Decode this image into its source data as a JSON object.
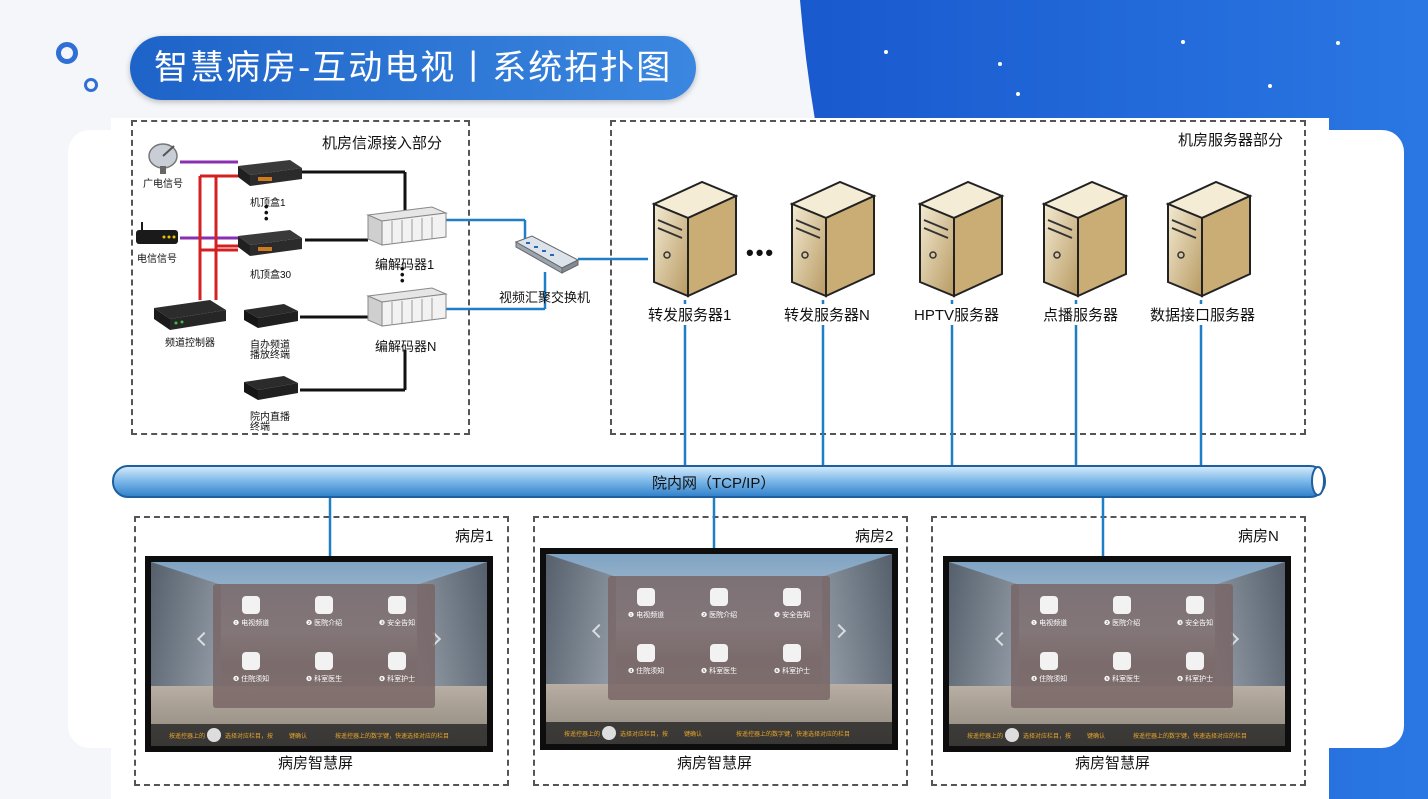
{
  "header": {
    "title": "智慧病房-互动电视丨系统拓扑图"
  },
  "source_section": {
    "title": "机房信源接入部分",
    "devices": {
      "satellite": "广电信号",
      "telecom": "电信信号",
      "stb1": "机顶盒1",
      "stb30": "机顶盒30",
      "channel_controller": "频道控制器",
      "self_playback": "自办频道播放终端",
      "live_terminal": "院内直播终端",
      "encoder1": "编解码器1",
      "encoderN": "编解码器N"
    }
  },
  "switch": {
    "label": "视频汇聚交换机"
  },
  "server_section": {
    "title": "机房服务器部分",
    "servers": [
      "转发服务器1",
      "转发服务器N",
      "HPTV服务器",
      "点播服务器",
      "数据接口服务器"
    ]
  },
  "network": {
    "label": "院内网（TCP/IP）"
  },
  "wards": [
    {
      "title": "病房1",
      "screen_label": "病房智慧屏"
    },
    {
      "title": "病房2",
      "screen_label": "病房智慧屏"
    },
    {
      "title": "病房N",
      "screen_label": "病房智慧屏"
    }
  ],
  "screen_menu": [
    "❶ 电视频道",
    "❷ 医院介绍",
    "❸ 安全告知",
    "❹ 住院须知",
    "❺ 科室医生",
    "❻ 科室护士"
  ],
  "screen_hints": [
    "按遥控器上的",
    "选择对应栏目，按",
    "键确认",
    "按遥控器上的数字键，快速选择对应的栏目"
  ],
  "colors": {
    "brand_blue": "#1e63c8",
    "wire_blue": "#1f7fc6",
    "wire_red": "#d42020",
    "wire_purple": "#8a2fb0",
    "wire_black": "#111111"
  }
}
